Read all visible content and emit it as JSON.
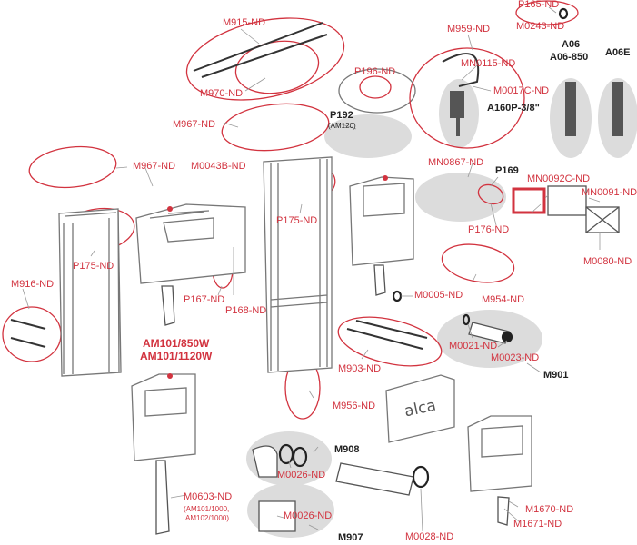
{
  "diagram": {
    "title": "",
    "brand_text": "alca",
    "colors": {
      "accent": "#d2333f",
      "neutral_callout": "#dcdcdc",
      "line": "#555555"
    },
    "labels": {
      "m915": "M915-ND",
      "m970": "M970-ND",
      "p165": "P165-ND",
      "m0243": "M0243-ND",
      "m959": "M959-ND",
      "mn0115": "MN0115-ND",
      "m0017c": "M0017C-ND",
      "a160p": "A160P-3/8\"",
      "a06": "A06",
      "a06_850": "A06-850",
      "a06e": "A06E",
      "p196": "P196-ND",
      "p192": "P192",
      "am120": "(AM120)",
      "m967_top": "M967-ND",
      "m967_left": "M967-ND",
      "m0043b": "M0043B-ND",
      "p175_left": "P175-ND",
      "p175_mid": "P175-ND",
      "mn0867": "MN0867-ND",
      "p169": "P169",
      "mn0092c": "MN0092C-ND",
      "mn0091": "MN0091-ND",
      "p176": "P176-ND",
      "m0080": "M0080-ND",
      "m916": "M916-ND",
      "p167": "P167-ND",
      "p168": "P168-ND",
      "m0005": "M0005-ND",
      "m954": "M954-ND",
      "am101_850": "AM101/850W",
      "am101_1120": "AM101/1120W",
      "m903": "M903-ND",
      "m0021": "M0021-ND",
      "m0023": "M0023-ND",
      "m901": "M901",
      "m956": "M956-ND",
      "m908": "M908",
      "m0026_a": "M0026-ND",
      "m0026_b": "M0026-ND",
      "m907": "M907",
      "m0603": "M0603-ND",
      "m0603_note1": "(AM101/1000,",
      "m0603_note2": "AM102/1000)",
      "m0028": "M0028-ND",
      "m1670": "M1670-ND",
      "m1671": "M1671-ND"
    }
  }
}
